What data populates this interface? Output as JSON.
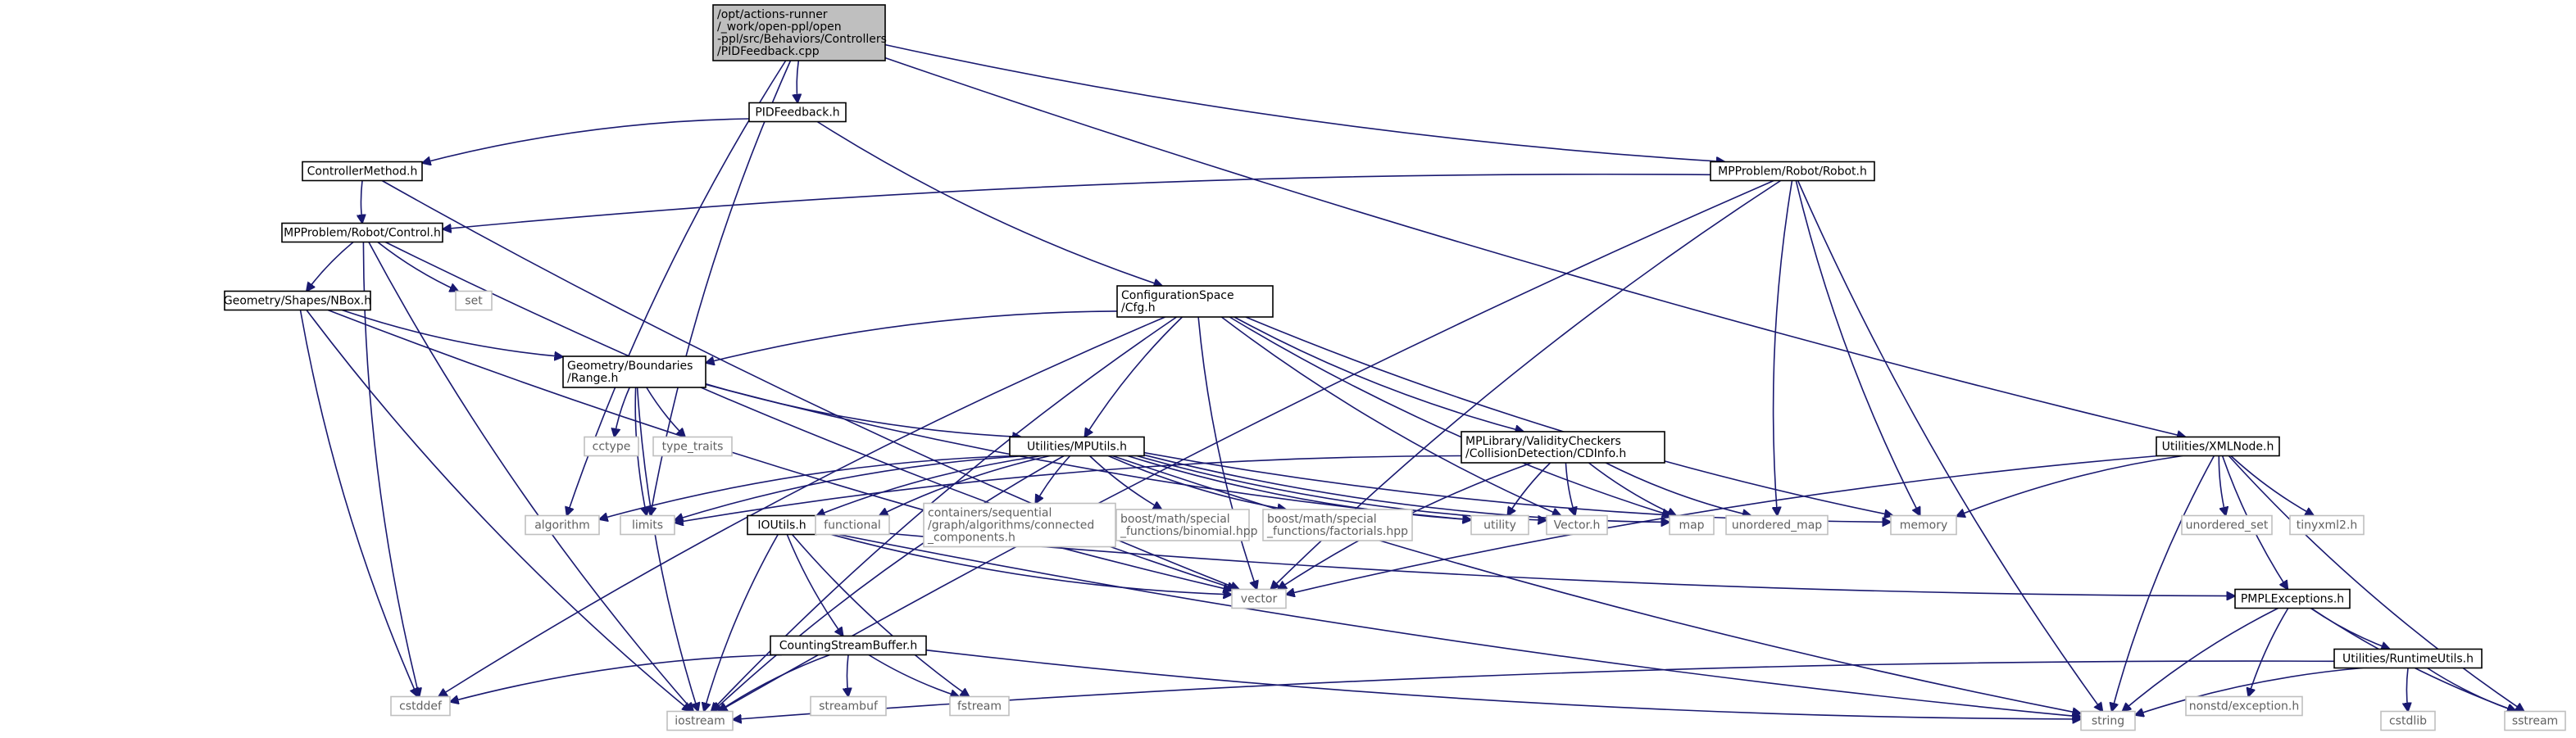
{
  "nodes": [
    {
      "id": "root",
      "kind": "root",
      "lines": [
        "/opt/actions-runner",
        "/_work/open-ppl/open",
        "-ppl/src/Behaviors/Controllers",
        "/PIDFeedback.cpp"
      ]
    },
    {
      "id": "pidfeedback_h",
      "kind": "included",
      "lines": [
        "PIDFeedback.h"
      ]
    },
    {
      "id": "controllermethod_h",
      "kind": "included",
      "lines": [
        "ControllerMethod.h"
      ]
    },
    {
      "id": "robot_h",
      "kind": "included",
      "lines": [
        "MPProblem/Robot/Robot.h"
      ]
    },
    {
      "id": "control_h",
      "kind": "included",
      "lines": [
        "MPProblem/Robot/Control.h"
      ]
    },
    {
      "id": "set",
      "kind": "system",
      "lines": [
        "set"
      ]
    },
    {
      "id": "nbox_h",
      "kind": "included",
      "lines": [
        "Geometry/Shapes/NBox.h"
      ]
    },
    {
      "id": "cfg_h",
      "kind": "included",
      "lines": [
        "ConfigurationSpace",
        "/Cfg.h"
      ]
    },
    {
      "id": "range_h",
      "kind": "included",
      "lines": [
        "Geometry/Boundaries",
        "/Range.h"
      ]
    },
    {
      "id": "cctype",
      "kind": "system",
      "lines": [
        "cctype"
      ]
    },
    {
      "id": "type_traits",
      "kind": "system",
      "lines": [
        "type_traits"
      ]
    },
    {
      "id": "mputils_h",
      "kind": "included",
      "lines": [
        "Utilities/MPUtils.h"
      ]
    },
    {
      "id": "cdinfo_h",
      "kind": "included",
      "lines": [
        "MPLibrary/ValidityCheckers",
        "/CollisionDetection/CDInfo.h"
      ]
    },
    {
      "id": "xmlnode_h",
      "kind": "included",
      "lines": [
        "Utilities/XMLNode.h"
      ]
    },
    {
      "id": "algorithm",
      "kind": "system",
      "lines": [
        "algorithm"
      ]
    },
    {
      "id": "limits",
      "kind": "system",
      "lines": [
        "limits"
      ]
    },
    {
      "id": "ioutils_h",
      "kind": "included",
      "lines": [
        "IOUtils.h"
      ]
    },
    {
      "id": "functional",
      "kind": "system",
      "lines": [
        "functional"
      ]
    },
    {
      "id": "connected_components",
      "kind": "system",
      "lines": [
        "containers/sequential",
        "/graph/algorithms/connected",
        "_components.h"
      ]
    },
    {
      "id": "binomial",
      "kind": "system",
      "lines": [
        "boost/math/special",
        "_functions/binomial.hpp"
      ]
    },
    {
      "id": "factorials",
      "kind": "system",
      "lines": [
        "boost/math/special",
        "_functions/factorials.hpp"
      ]
    },
    {
      "id": "utility",
      "kind": "system",
      "lines": [
        "utility"
      ]
    },
    {
      "id": "vector_h",
      "kind": "system",
      "lines": [
        "Vector.h"
      ]
    },
    {
      "id": "map",
      "kind": "system",
      "lines": [
        "map"
      ]
    },
    {
      "id": "unordered_map",
      "kind": "system",
      "lines": [
        "unordered_map"
      ]
    },
    {
      "id": "memory",
      "kind": "system",
      "lines": [
        "memory"
      ]
    },
    {
      "id": "unordered_set",
      "kind": "system",
      "lines": [
        "unordered_set"
      ]
    },
    {
      "id": "tinyxml2",
      "kind": "system",
      "lines": [
        "tinyxml2.h"
      ]
    },
    {
      "id": "vector",
      "kind": "system",
      "lines": [
        "vector"
      ]
    },
    {
      "id": "pmplexceptions_h",
      "kind": "included",
      "lines": [
        "PMPLExceptions.h"
      ]
    },
    {
      "id": "countingstreambuffer_h",
      "kind": "included",
      "lines": [
        "CountingStreamBuffer.h"
      ]
    },
    {
      "id": "cstddef",
      "kind": "system",
      "lines": [
        "cstddef"
      ]
    },
    {
      "id": "streambuf",
      "kind": "system",
      "lines": [
        "streambuf"
      ]
    },
    {
      "id": "fstream",
      "kind": "system",
      "lines": [
        "fstream"
      ]
    },
    {
      "id": "nonstd_exception",
      "kind": "system",
      "lines": [
        "nonstd/exception.h"
      ]
    },
    {
      "id": "runtimeutils_h",
      "kind": "included",
      "lines": [
        "Utilities/RuntimeUtils.h"
      ]
    },
    {
      "id": "iostream",
      "kind": "system",
      "lines": [
        "iostream"
      ]
    },
    {
      "id": "string",
      "kind": "system",
      "lines": [
        "string"
      ]
    },
    {
      "id": "cstdlib",
      "kind": "system",
      "lines": [
        "cstdlib"
      ]
    },
    {
      "id": "sstream",
      "kind": "system",
      "lines": [
        "sstream"
      ]
    }
  ],
  "edges": [
    [
      "root",
      "pidfeedback_h"
    ],
    [
      "root",
      "robot_h"
    ],
    [
      "root",
      "xmlnode_h"
    ],
    [
      "root",
      "algorithm"
    ],
    [
      "root",
      "limits"
    ],
    [
      "pidfeedback_h",
      "controllermethod_h"
    ],
    [
      "pidfeedback_h",
      "cfg_h"
    ],
    [
      "controllermethod_h",
      "control_h"
    ],
    [
      "controllermethod_h",
      "vector"
    ],
    [
      "robot_h",
      "control_h"
    ],
    [
      "robot_h",
      "unordered_map"
    ],
    [
      "robot_h",
      "memory"
    ],
    [
      "robot_h",
      "vector"
    ],
    [
      "robot_h",
      "string"
    ],
    [
      "robot_h",
      "iostream"
    ],
    [
      "control_h",
      "set"
    ],
    [
      "control_h",
      "nbox_h"
    ],
    [
      "control_h",
      "cstddef"
    ],
    [
      "control_h",
      "iostream"
    ],
    [
      "control_h",
      "vector"
    ],
    [
      "nbox_h",
      "range_h"
    ],
    [
      "nbox_h",
      "cstddef"
    ],
    [
      "nbox_h",
      "iostream"
    ],
    [
      "nbox_h",
      "vector"
    ],
    [
      "cfg_h",
      "range_h"
    ],
    [
      "cfg_h",
      "mputils_h"
    ],
    [
      "cfg_h",
      "cdinfo_h"
    ],
    [
      "cfg_h",
      "cstddef"
    ],
    [
      "cfg_h",
      "iostream"
    ],
    [
      "cfg_h",
      "vector_h"
    ],
    [
      "cfg_h",
      "map"
    ],
    [
      "cfg_h",
      "memory"
    ],
    [
      "cfg_h",
      "vector"
    ],
    [
      "range_h",
      "cctype"
    ],
    [
      "range_h",
      "type_traits"
    ],
    [
      "range_h",
      "mputils_h"
    ],
    [
      "range_h",
      "limits"
    ],
    [
      "range_h",
      "iostream"
    ],
    [
      "range_h",
      "utility"
    ],
    [
      "mputils_h",
      "algorithm"
    ],
    [
      "mputils_h",
      "limits"
    ],
    [
      "mputils_h",
      "ioutils_h"
    ],
    [
      "mputils_h",
      "functional"
    ],
    [
      "mputils_h",
      "connected_components"
    ],
    [
      "mputils_h",
      "binomial"
    ],
    [
      "mputils_h",
      "factorials"
    ],
    [
      "mputils_h",
      "utility"
    ],
    [
      "mputils_h",
      "vector_h"
    ],
    [
      "mputils_h",
      "map"
    ],
    [
      "mputils_h",
      "memory"
    ],
    [
      "mputils_h",
      "iostream"
    ],
    [
      "mputils_h",
      "string"
    ],
    [
      "cdinfo_h",
      "limits"
    ],
    [
      "cdinfo_h",
      "utility"
    ],
    [
      "cdinfo_h",
      "vector_h"
    ],
    [
      "cdinfo_h",
      "map"
    ],
    [
      "cdinfo_h",
      "unordered_map"
    ],
    [
      "cdinfo_h",
      "vector"
    ],
    [
      "xmlnode_h",
      "memory"
    ],
    [
      "xmlnode_h",
      "unordered_set"
    ],
    [
      "xmlnode_h",
      "tinyxml2"
    ],
    [
      "xmlnode_h",
      "pmplexceptions_h"
    ],
    [
      "xmlnode_h",
      "vector"
    ],
    [
      "xmlnode_h",
      "string"
    ],
    [
      "xmlnode_h",
      "sstream"
    ],
    [
      "ioutils_h",
      "countingstreambuffer_h"
    ],
    [
      "ioutils_h",
      "fstream"
    ],
    [
      "ioutils_h",
      "vector"
    ],
    [
      "ioutils_h",
      "iostream"
    ],
    [
      "ioutils_h",
      "string"
    ],
    [
      "ioutils_h",
      "pmplexceptions_h"
    ],
    [
      "countingstreambuffer_h",
      "cstddef"
    ],
    [
      "countingstreambuffer_h",
      "streambuf"
    ],
    [
      "countingstreambuffer_h",
      "fstream"
    ],
    [
      "countingstreambuffer_h",
      "iostream"
    ],
    [
      "countingstreambuffer_h",
      "string"
    ],
    [
      "pmplexceptions_h",
      "nonstd_exception"
    ],
    [
      "pmplexceptions_h",
      "runtimeutils_h"
    ],
    [
      "pmplexceptions_h",
      "string"
    ],
    [
      "pmplexceptions_h",
      "sstream"
    ],
    [
      "runtimeutils_h",
      "cstdlib"
    ],
    [
      "runtimeutils_h",
      "iostream"
    ],
    [
      "runtimeutils_h",
      "string"
    ],
    [
      "runtimeutils_h",
      "sstream"
    ]
  ],
  "colors": {
    "edge": "#191970",
    "root_fill": "#bfbfbf",
    "system_border": "#bfbfbf",
    "system_text": "#606060",
    "included_border": "#000000"
  }
}
